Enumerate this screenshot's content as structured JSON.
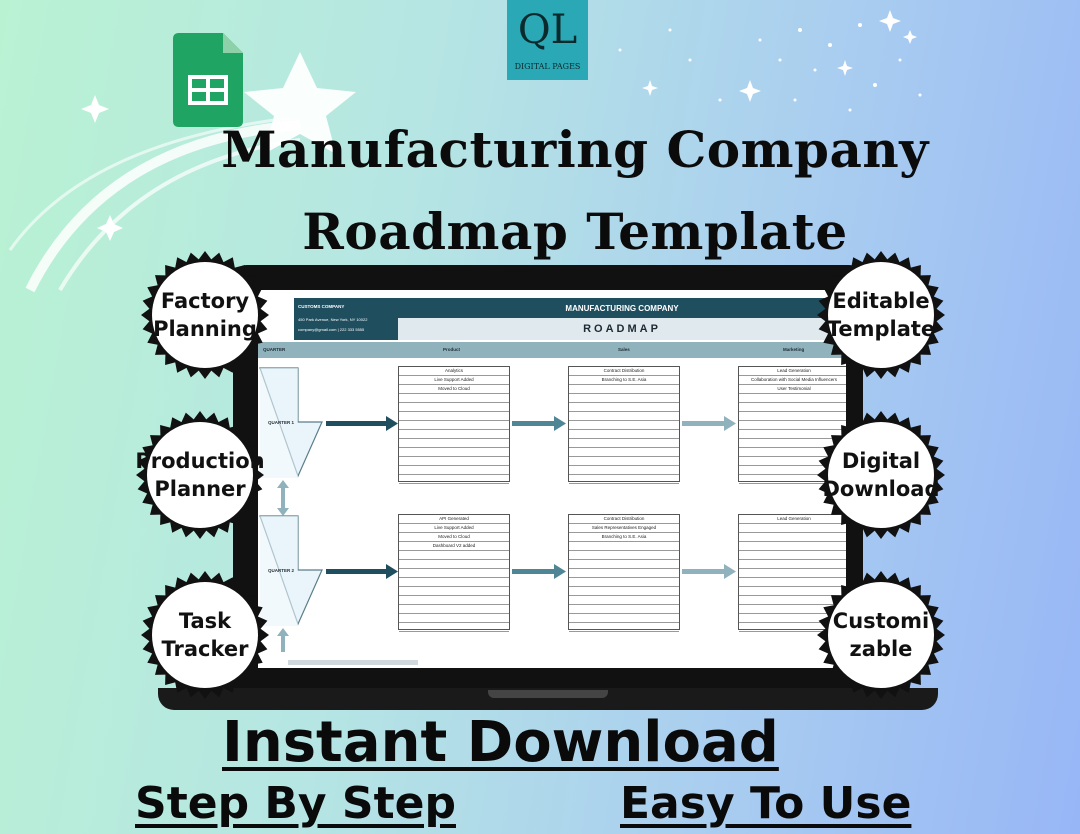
{
  "logo": {
    "text": "DIGITAL PAGES"
  },
  "title": {
    "line1": "Manufacturing Company",
    "line2": "Roadmap Template"
  },
  "features_left": [
    "Factory\nPlanning",
    "Production\nPlanner",
    "Task\nTracker"
  ],
  "features_right": [
    "Editable\nTemplate",
    "Digital\nDownload",
    "Customi\nzable"
  ],
  "sheet": {
    "company": "CUSTOMS COMPANY",
    "address": "450 Park Avenue, New York, NY 10022",
    "contact": "company@gmail.com | 222 333 5555",
    "banner": "MANUFACTURING COMPANY",
    "subtitle": "ROADMAP",
    "columns": [
      "QUARTER",
      "Product",
      "Sales",
      "Marketing"
    ],
    "q1_label": "QUARTER 1",
    "q2_label": "QUARTER 2",
    "q1_product": [
      "Analytics",
      "Live Support Added",
      "Moved to Cloud"
    ],
    "q1_sales": [
      "Contract Distribution",
      "Branching to S.E. Asia"
    ],
    "q1_marketing": [
      "Lead Generation",
      "Collaboration with Social Media Influencers",
      "User Testimonial"
    ],
    "q2_product": [
      "API Generated",
      "Live Support Added",
      "Moved to Cloud",
      "Dashboard V2 added"
    ],
    "q2_sales": [
      "Contract Distribution",
      "Sales Representatives Engaged",
      "Branching to S.E. Asia"
    ],
    "q2_marketing": [
      "Lead Generation"
    ]
  },
  "bottom": {
    "main": "Instant Download",
    "left": "Step By Step",
    "right": "Easy To Use"
  },
  "colors": {
    "dark_teal": "#1f4e5f",
    "mid_teal": "#4f8696",
    "light_teal": "#8fb2bc",
    "laptop": "#111111"
  }
}
